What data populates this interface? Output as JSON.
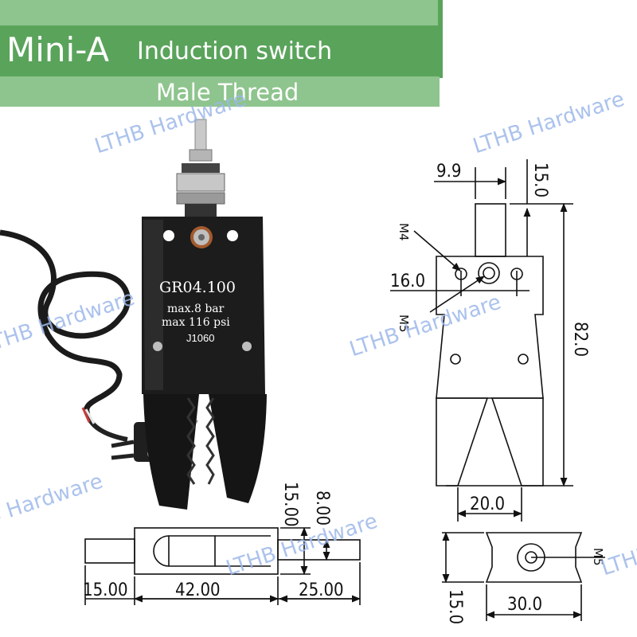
{
  "banner": {
    "title": "Mini-A",
    "subtitle": "Induction switch",
    "thread": "Male Thread"
  },
  "watermark": "LTHB Hardware",
  "product_label": {
    "model": "GR04.100",
    "pressure_bar": "max.8 bar",
    "pressure_psi": "max 116 psi",
    "code": "J1060"
  },
  "front_view": {
    "width_top": "9.9",
    "tube_height": "15.0",
    "hole_label": "M4",
    "hole_spacing": "16.0",
    "port_label": "M5",
    "total_height": "82.0",
    "jaw_width": "20.0"
  },
  "side_view": {
    "len_a": "15.00",
    "len_b": "42.00",
    "len_c": "25.00",
    "height_a": "15.00",
    "height_b": "8.00"
  },
  "top_view": {
    "port_label": "M5",
    "height": "15.0",
    "width": "30.0"
  },
  "colors": {
    "banner_dark": "#5aa35b",
    "banner_light": "#8ec48d",
    "watermark": "#9db8ea"
  }
}
